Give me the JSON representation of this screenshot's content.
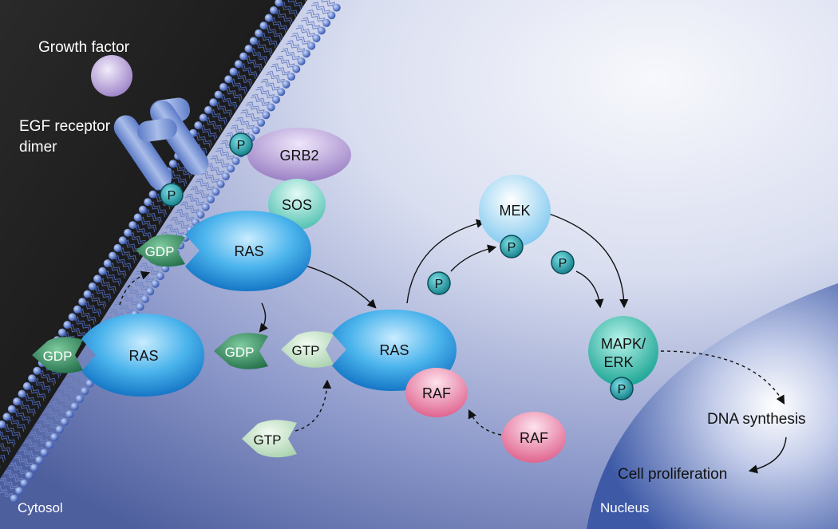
{
  "labels": {
    "growth_factor": "Growth factor",
    "egf_receptor_line1": "EGF receptor",
    "egf_receptor_line2": "dimer",
    "cytosol": "Cytosol",
    "nucleus": "Nucleus",
    "dna_synthesis": "DNA synthesis",
    "cell_proliferation": "Cell proliferation"
  },
  "proteins": {
    "grb2": "GRB2",
    "sos": "SOS",
    "ras": "RAS",
    "mek": "MEK",
    "mapk_line1": "MAPK/",
    "mapk_line2": "ERK",
    "raf": "RAF",
    "gdp": "GDP",
    "gtp": "GTP",
    "phospho": "P"
  },
  "colors": {
    "extracellular": "#1a1a1a",
    "cytosol_light": "#eef0f8",
    "cytosol_dark": "#4e5f9e",
    "membrane_bead": "#4d72c4",
    "ras": "#27a3e3",
    "grb2": "#b59bd4",
    "sos": "#7fd7c9",
    "mek": "#8fd2f2",
    "mapk": "#23c0ab",
    "raf": "#ec83a6",
    "gdp": "#2f8a5e",
    "gtp": "#c7e4c9",
    "phospho": "#1fa0a8",
    "nucleus": "#3e5aa7"
  }
}
